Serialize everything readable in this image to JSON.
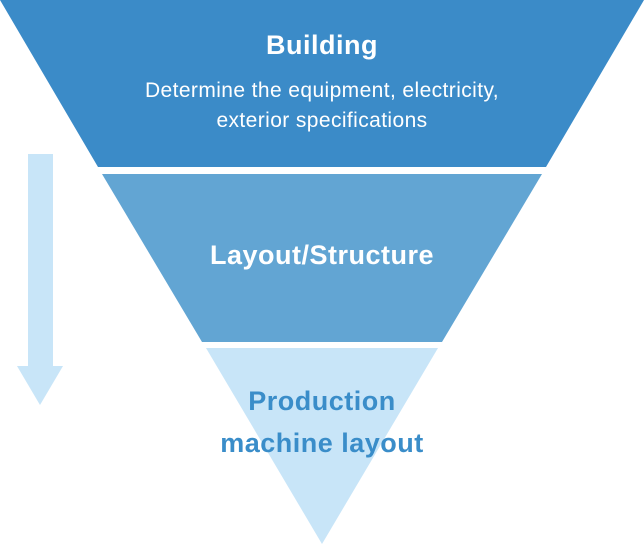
{
  "colors": {
    "tier1": "#3b8bc8",
    "tier2": "#62a5d3",
    "tier3": "#c8e5f8",
    "arrow": "#c8e5f8",
    "tier3_text": "#3a8dc9"
  },
  "tiers": [
    {
      "title": "Building",
      "description_lines": [
        "Determine the equipment, electricity,",
        "exterior specifications"
      ]
    },
    {
      "title": "Layout/Structure"
    },
    {
      "title_lines": [
        "Production",
        "machine layout"
      ]
    }
  ],
  "arrow": {
    "direction": "down"
  }
}
